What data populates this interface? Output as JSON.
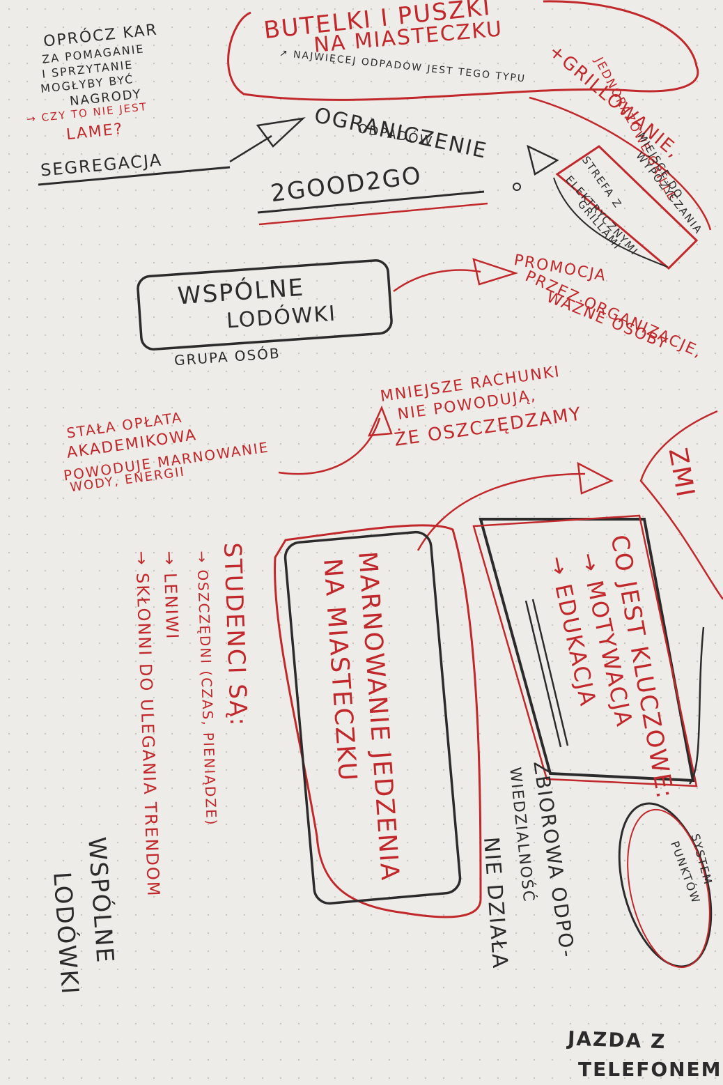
{
  "colors": {
    "paper": "#eeece8",
    "black_marker": "#2b2b2b",
    "red_marker": "#c0282b"
  },
  "notes": {
    "oprocz_1": "OPRÓCZ KAR",
    "oprocz_2": "ZA POMAGANIE",
    "oprocz_3": "I SPRZYTANIE",
    "oprocz_4": "MOGŁYBY BYĆ",
    "oprocz_5": "NAGRODY",
    "lame_1": "→ CZY TO NIE JEST",
    "lame_2": "LAME?",
    "segregacja": "SEGREGACJA",
    "butelki_1": "BUTELKI I PUSZKI",
    "butelki_2": "NA MIASTECZKU",
    "najwiecej": "↗ NAJWIĘCEJ ODPADÓW JEST TEGO TYPU",
    "grillowanie": "+GRILLOWANIE,",
    "jednorazowe": "JEDNORAZOWE GRILLE",
    "miejsce_1": "MIEJSCE DO",
    "miejsce_2": "WYPOŻYCZANIA",
    "ograniczenie_1": "OGRANICZENIE",
    "ograniczenie_2": "ODPADÓW",
    "too_good": "2GOOD2GO",
    "strefa_1": "STREFA Z",
    "strefa_2": "ELEKTRYCZNYMI",
    "strefa_3": "GRILLAMI",
    "wspolne_1": "WSPÓLNE",
    "wspolne_2": "LODÓWKI",
    "grupa": "GRUPA OSÓB",
    "promocja_1": "PROMOCJA",
    "promocja_2": "PRZEZ ORGANIZACJE,",
    "promocja_3": "WAŻNE OSOBY",
    "mniejsze_1": "MNIEJSZE RACHUNKI",
    "mniejsze_2": "NIE POWODUJĄ,",
    "mniejsze_3": "ŻE OSZCZĘDZAMY",
    "stala_1": "STAŁA OPŁATA",
    "stala_2": "AKADEMIKOWA",
    "stala_3": "POWODUJE MARNOWANIE",
    "stala_4": "WODY, ENERGII",
    "zmi": "ZMI",
    "studenci": "STUDENCI SĄ:",
    "oszczedni": "→ OSZCZĘDNI (CZAS, PIENIĄDZE)",
    "leniwi": "→ LENIWI",
    "skonni": "→ SKŁONNI DO ULEGANIA TRENDOM",
    "marnowanie_1": "MARNOWANIE JEDZENIA",
    "marnowanie_2": "NA MIASTECZKU",
    "co_jest": "CO JEST KLUCZOWE:",
    "motywacja": "→ MOTYWACJA",
    "edukacja": "→ EDUKACJA",
    "zbiorowa_1": "ZBIOROWA ODPO-",
    "zbiorowa_2": "WIEDZIALNOŚĆ",
    "zbiorowa_3": "NIE DZIAŁA",
    "system_1": "SYSTEM",
    "system_2": "PUNKTÓW",
    "wspolne_v_1": "WSPÓLNE",
    "wspolne_v_2": "LODÓWKI",
    "jazda_1": "JAZDA Z",
    "jazda_2": "TELEFONEM"
  }
}
